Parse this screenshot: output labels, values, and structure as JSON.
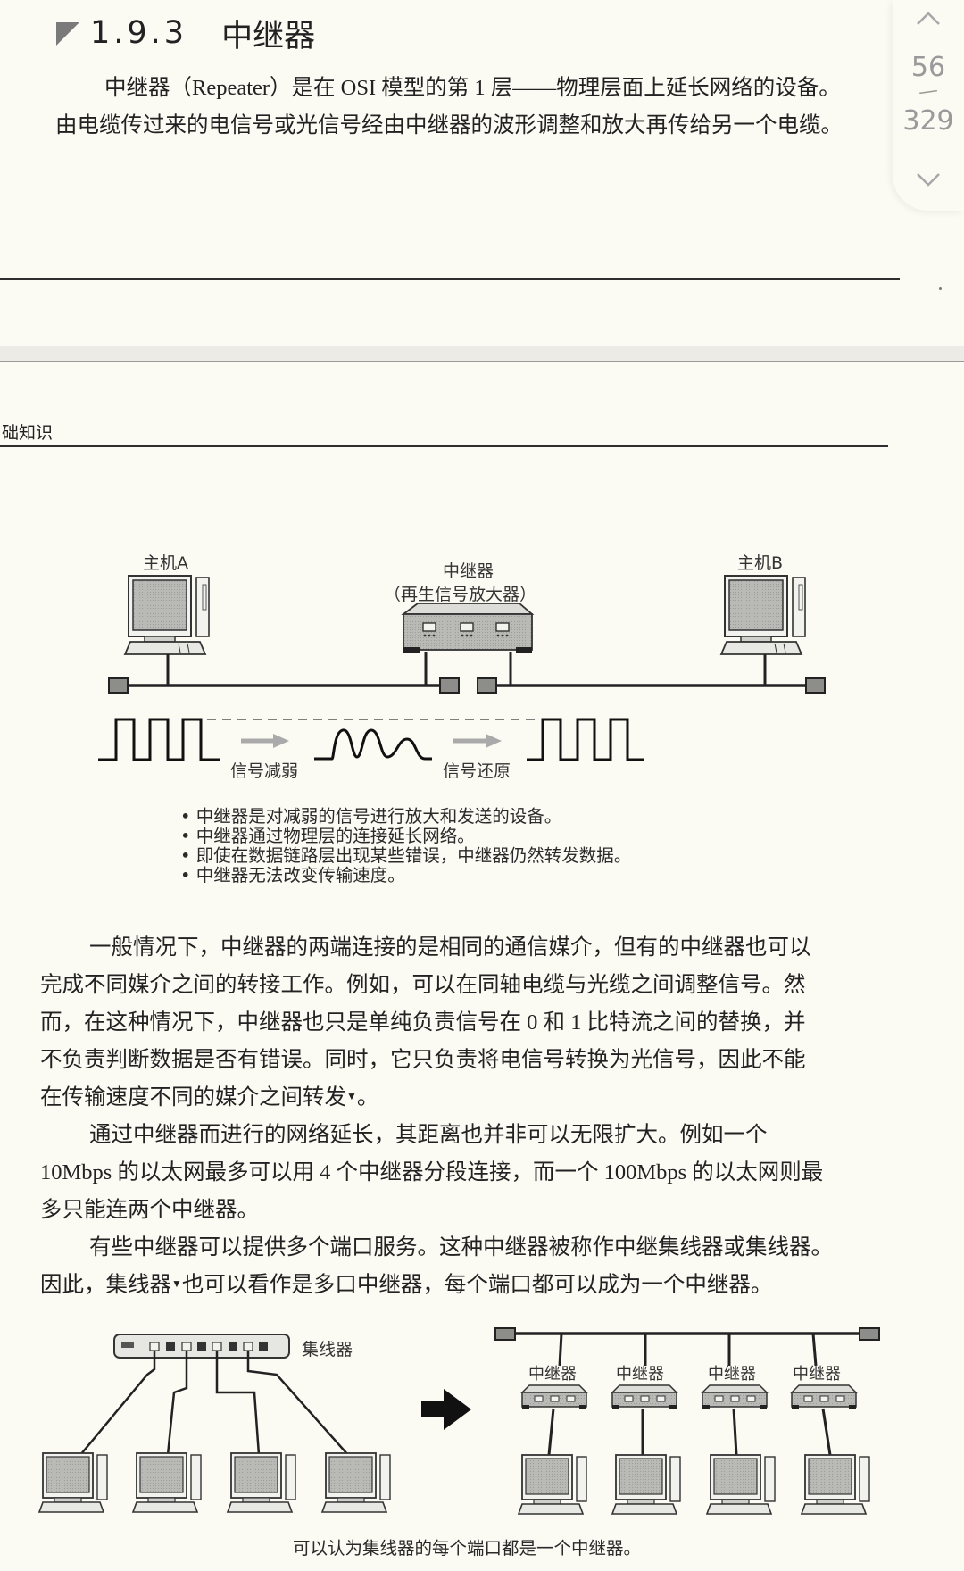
{
  "reader": {
    "current_page": "56",
    "separator": "—",
    "total_pages": "329",
    "scroll_up_icon": "chevron-up-icon",
    "scroll_down_icon": "chevron-down-icon"
  },
  "section": {
    "number": "1.9.3",
    "title": "中继器",
    "intro_lines": [
      "中继器（Repeater）是在 OSI 模型的第 1 层——物理层面上延长网络的设备。",
      "由电缆传过来的电信号或光信号经由中继器的波形调整和放大再传给另一个电缆。"
    ]
  },
  "next_page": {
    "running_head": "础知识",
    "figure1": {
      "host_a": "主机A",
      "host_b": "主机B",
      "repeater_label": "中继器",
      "repeater_sublabel": "（再生信号放大器）",
      "signal_weaken": "信号减弱",
      "signal_restore": "信号还原",
      "bullets": [
        "中继器是对减弱的信号进行放大和发送的设备。",
        "中继器通过物理层的连接延长网络。",
        "即使在数据链路层出现某些错误，中继器仍然转发数据。",
        "中继器无法改变传输速度。"
      ]
    },
    "paragraphs": [
      {
        "lines": [
          "一般情况下，中继器的两端连接的是相同的通信媒介，但有的中继器也可以",
          "完成不同媒介之间的转接工作。例如，可以在同轴电缆与光缆之间调整信号。然",
          "而，在这种情况下，中继器也只是单纯负责信号在 0 和 1 比特流之间的替换，并",
          "不负责判断数据是否有错误。同时，它只负责将电信号转换为光信号，因此不能",
          "在传输速度不同的媒介之间转发"
        ],
        "footnote_mark": "▼",
        "end": "。"
      },
      {
        "lines": [
          "通过中继器而进行的网络延长，其距离也并非可以无限扩大。例如一个",
          "10Mbps 的以太网最多可以用 4 个中继器分段连接，而一个 100Mbps 的以太网则最",
          "多只能连两个中继器。"
        ]
      },
      {
        "lines": [
          "有些中继器可以提供多个端口服务。这种中继器被称作中继集线器或集线器。"
        ],
        "line2_before": "因此，集线器",
        "footnote_mark": "▼",
        "line2_after": "也可以看作是多口中继器，每个端口都可以成为一个中继器。"
      }
    ],
    "figure2": {
      "hub_label": "集线器",
      "repeater_labels": [
        "中继器",
        "中继器",
        "中继器",
        "中继器"
      ],
      "caption": "可以认为集线器的每个端口都是一个中继器。"
    }
  },
  "colors": {
    "page_bg": "#fbfaf3",
    "text": "#222222",
    "page_counter": "#9a9a9a",
    "gray_arrow": "#a8a8a8"
  }
}
